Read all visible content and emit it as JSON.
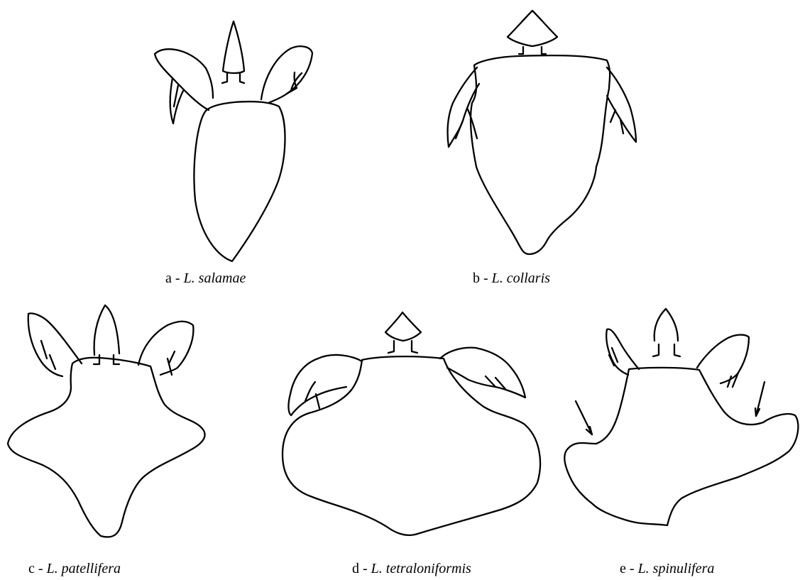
{
  "figures": [
    {
      "letter": "a",
      "species": "L. salamae"
    },
    {
      "letter": "b",
      "species": "L. collaris"
    },
    {
      "letter": "c",
      "species": "L. patellifera"
    },
    {
      "letter": "d",
      "species": "L. tetraloniformis"
    },
    {
      "letter": "e",
      "species": "L. spinulifera"
    }
  ],
  "separator": " - "
}
